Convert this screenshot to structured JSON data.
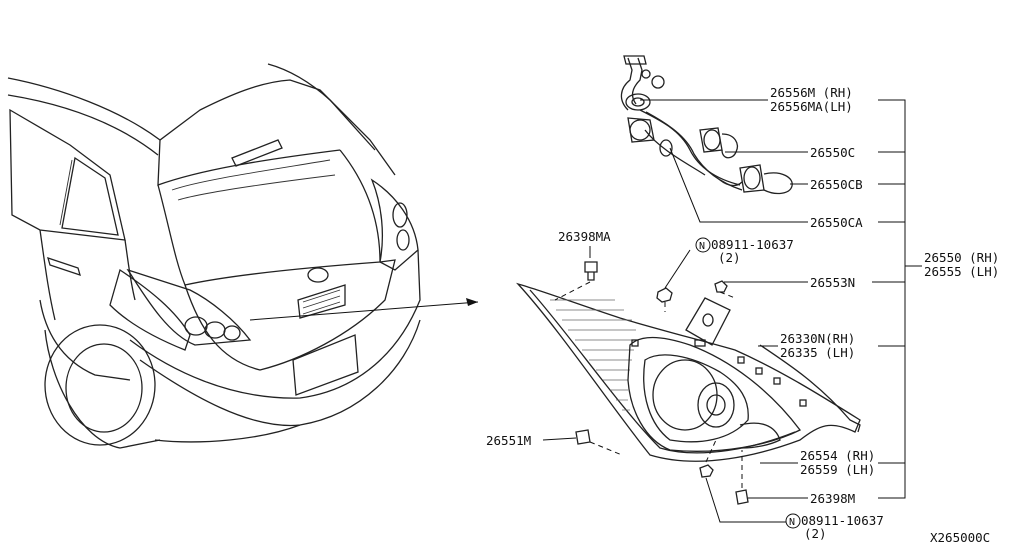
{
  "diagram_code": "X265000C",
  "labels": {
    "socket_rh": "26556M  (RH)",
    "socket_lh": "26556MA(LH)",
    "bulb_c": "26550C",
    "bulb_cb": "26550CB",
    "bulb_ca": "26550CA",
    "assy_rh": "26550 (RH)",
    "assy_lh": "26555 (LH)",
    "clip_ma": "26398MA",
    "nut_top": "08911-10637",
    "nut_top_qty": "(2)",
    "part_553n": "26553N",
    "lens_rh": "26330N(RH)",
    "lens_lh": "26335 (LH)",
    "grommet": "26551M",
    "housing_rh": "26554 (RH)",
    "housing_lh": "26559 (LH)",
    "clip_m": "26398M",
    "nut_bottom": "08911-10637",
    "nut_bottom_qty": "(2)",
    "n_symbol": "N"
  }
}
